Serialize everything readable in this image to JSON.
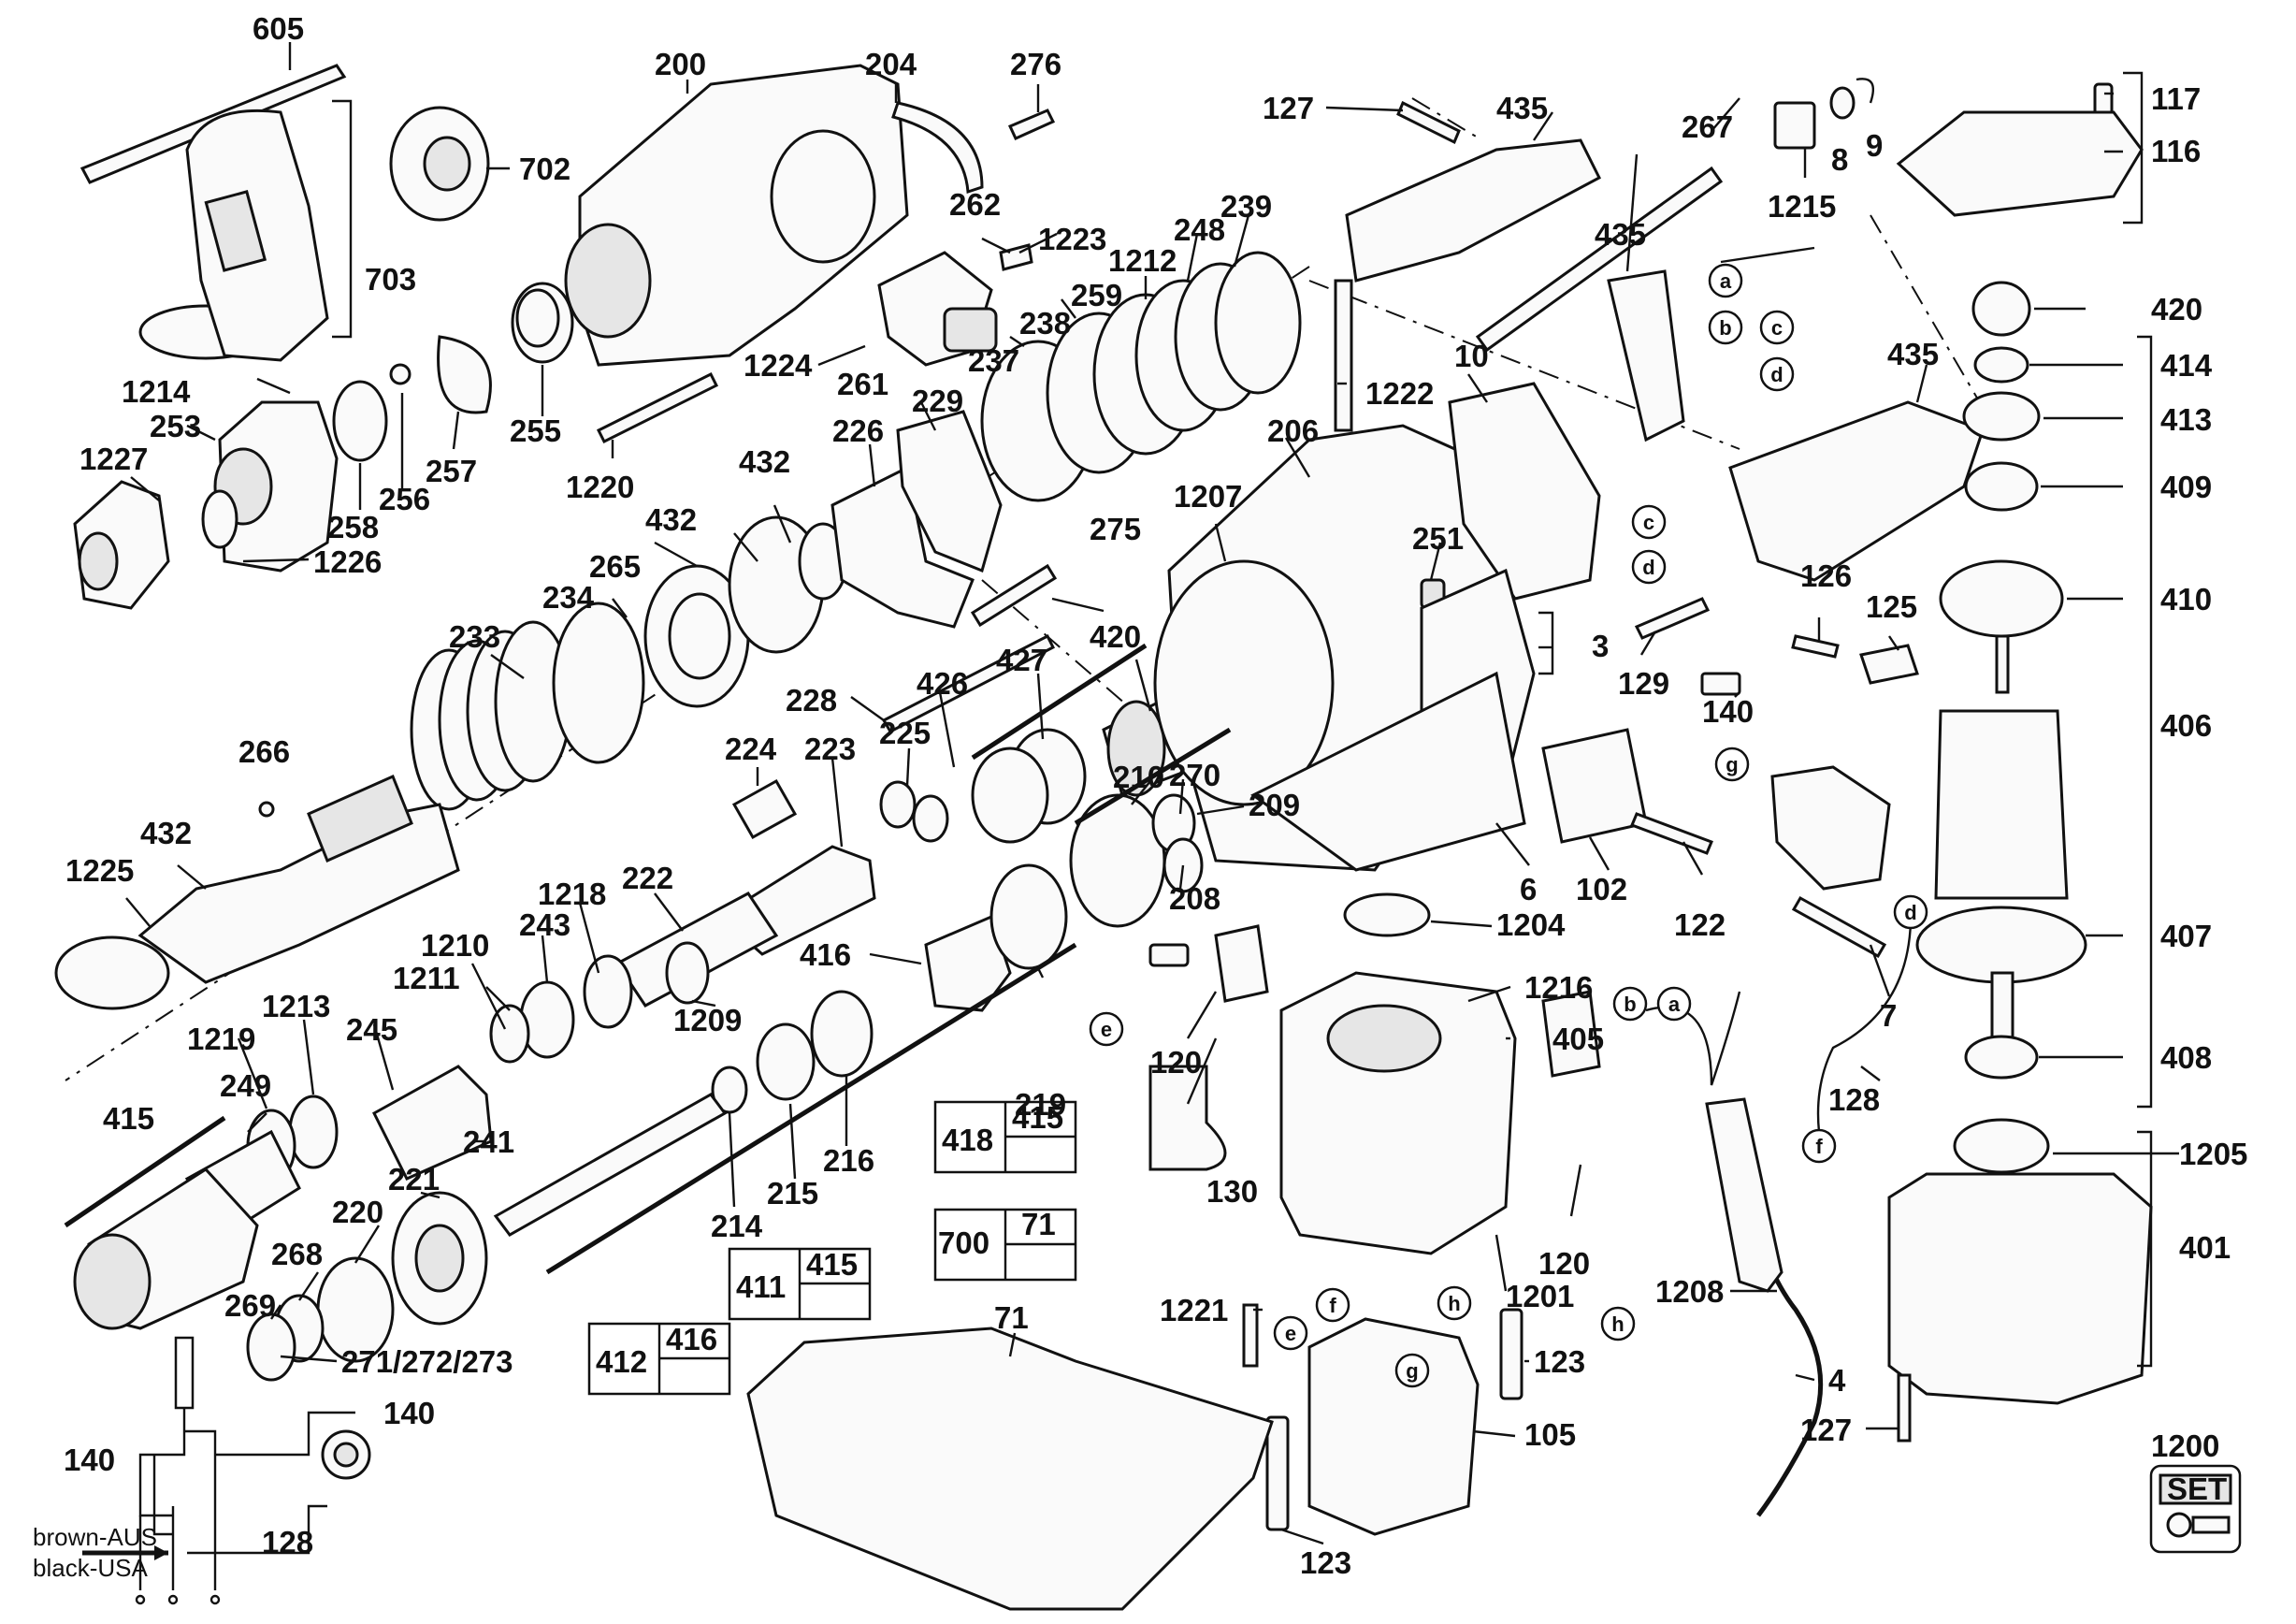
{
  "labels": [
    {
      "id": "605",
      "text": "605"
    },
    {
      "id": "703",
      "text": "703"
    },
    {
      "id": "702",
      "text": "702"
    },
    {
      "id": "200",
      "text": "200"
    },
    {
      "id": "204",
      "text": "204"
    },
    {
      "id": "276",
      "text": "276"
    },
    {
      "id": "127a",
      "text": "127"
    },
    {
      "id": "435a",
      "text": "435"
    },
    {
      "id": "267",
      "text": "267"
    },
    {
      "id": "1215",
      "text": "1215"
    },
    {
      "id": "8",
      "text": "8"
    },
    {
      "id": "9",
      "text": "9"
    },
    {
      "id": "117",
      "text": "117"
    },
    {
      "id": "116",
      "text": "116"
    },
    {
      "id": "262",
      "text": "262"
    },
    {
      "id": "1223",
      "text": "1223"
    },
    {
      "id": "248",
      "text": "248"
    },
    {
      "id": "239",
      "text": "239"
    },
    {
      "id": "1212",
      "text": "1212"
    },
    {
      "id": "259",
      "text": "259"
    },
    {
      "id": "238",
      "text": "238"
    },
    {
      "id": "237",
      "text": "237"
    },
    {
      "id": "435b",
      "text": "435"
    },
    {
      "id": "420a",
      "text": "420"
    },
    {
      "id": "1214",
      "text": "1214"
    },
    {
      "id": "253",
      "text": "253"
    },
    {
      "id": "1227",
      "text": "1227"
    },
    {
      "id": "255",
      "text": "255"
    },
    {
      "id": "256",
      "text": "256"
    },
    {
      "id": "257",
      "text": "257"
    },
    {
      "id": "258",
      "text": "258"
    },
    {
      "id": "1226",
      "text": "1226"
    },
    {
      "id": "1224",
      "text": "1224"
    },
    {
      "id": "261",
      "text": "261"
    },
    {
      "id": "229",
      "text": "229"
    },
    {
      "id": "226",
      "text": "226"
    },
    {
      "id": "1220",
      "text": "1220"
    },
    {
      "id": "1222",
      "text": "1222"
    },
    {
      "id": "10",
      "text": "10"
    },
    {
      "id": "206",
      "text": "206"
    },
    {
      "id": "435c",
      "text": "435"
    },
    {
      "id": "414",
      "text": "414"
    },
    {
      "id": "413",
      "text": "413"
    },
    {
      "id": "409",
      "text": "409"
    },
    {
      "id": "410",
      "text": "410"
    },
    {
      "id": "406",
      "text": "406"
    },
    {
      "id": "407",
      "text": "407"
    },
    {
      "id": "408",
      "text": "408"
    },
    {
      "id": "1205",
      "text": "1205"
    },
    {
      "id": "401",
      "text": "401"
    },
    {
      "id": "127b",
      "text": "127"
    },
    {
      "id": "1200",
      "text": "1200"
    },
    {
      "id": "432a",
      "text": "432"
    },
    {
      "id": "432b",
      "text": "432"
    },
    {
      "id": "265",
      "text": "265"
    },
    {
      "id": "234",
      "text": "234"
    },
    {
      "id": "233",
      "text": "233"
    },
    {
      "id": "275",
      "text": "275"
    },
    {
      "id": "1207",
      "text": "1207"
    },
    {
      "id": "251",
      "text": "251"
    },
    {
      "id": "3",
      "text": "3"
    },
    {
      "id": "129",
      "text": "129"
    },
    {
      "id": "140a",
      "text": "140"
    },
    {
      "id": "126",
      "text": "126"
    },
    {
      "id": "125",
      "text": "125"
    },
    {
      "id": "266",
      "text": "266"
    },
    {
      "id": "432c",
      "text": "432"
    },
    {
      "id": "1225",
      "text": "1225"
    },
    {
      "id": "228",
      "text": "228"
    },
    {
      "id": "426",
      "text": "426"
    },
    {
      "id": "427",
      "text": "427"
    },
    {
      "id": "420b",
      "text": "420"
    },
    {
      "id": "224",
      "text": "224"
    },
    {
      "id": "223",
      "text": "223"
    },
    {
      "id": "225",
      "text": "225"
    },
    {
      "id": "210",
      "text": "210"
    },
    {
      "id": "270",
      "text": "270"
    },
    {
      "id": "209",
      "text": "209"
    },
    {
      "id": "208",
      "text": "208"
    },
    {
      "id": "6",
      "text": "6"
    },
    {
      "id": "102",
      "text": "102"
    },
    {
      "id": "122",
      "text": "122"
    },
    {
      "id": "1204",
      "text": "1204"
    },
    {
      "id": "7",
      "text": "7"
    },
    {
      "id": "128a",
      "text": "128"
    },
    {
      "id": "1218",
      "text": "1218"
    },
    {
      "id": "222",
      "text": "222"
    },
    {
      "id": "1210",
      "text": "1210"
    },
    {
      "id": "243",
      "text": "243"
    },
    {
      "id": "1211",
      "text": "1211"
    },
    {
      "id": "1209",
      "text": "1209"
    },
    {
      "id": "416",
      "text": "416"
    },
    {
      "id": "120a",
      "text": "120"
    },
    {
      "id": "1216",
      "text": "1216"
    },
    {
      "id": "405",
      "text": "405"
    },
    {
      "id": "1213",
      "text": "1213"
    },
    {
      "id": "245",
      "text": "245"
    },
    {
      "id": "1219",
      "text": "1219"
    },
    {
      "id": "249",
      "text": "249"
    },
    {
      "id": "415a",
      "text": "415"
    },
    {
      "id": "241",
      "text": "241"
    },
    {
      "id": "214",
      "text": "214"
    },
    {
      "id": "215",
      "text": "215"
    },
    {
      "id": "216",
      "text": "216"
    },
    {
      "id": "219",
      "text": "219"
    },
    {
      "id": "130",
      "text": "130"
    },
    {
      "id": "221",
      "text": "221"
    },
    {
      "id": "220",
      "text": "220"
    },
    {
      "id": "268",
      "text": "268"
    },
    {
      "id": "269",
      "text": "269"
    },
    {
      "id": "271",
      "text": "271/272/273"
    },
    {
      "id": "71",
      "text": "71"
    },
    {
      "id": "120b",
      "text": "120"
    },
    {
      "id": "1208",
      "text": "1208"
    },
    {
      "id": "1221",
      "text": "1221"
    },
    {
      "id": "1201",
      "text": "1201"
    },
    {
      "id": "123a",
      "text": "123"
    },
    {
      "id": "105",
      "text": "105"
    },
    {
      "id": "4",
      "text": "4"
    },
    {
      "id": "123b",
      "text": "123"
    },
    {
      "id": "140b",
      "text": "140"
    },
    {
      "id": "140c",
      "text": "140"
    },
    {
      "id": "128b",
      "text": "128"
    }
  ],
  "letters": [
    "a",
    "b",
    "c",
    "d",
    "c",
    "d",
    "g",
    "e",
    "b",
    "a",
    "d",
    "f",
    "f",
    "e",
    "g",
    "h",
    "h"
  ],
  "boxes": {
    "b418": [
      "418",
      "415"
    ],
    "b411": [
      "411",
      "415"
    ],
    "b412": [
      "412",
      "416"
    ],
    "b700": [
      "700",
      "71"
    ]
  },
  "wire_note": {
    "line1": "brown-AUS",
    "line2": "black-USA"
  },
  "set_text": "SET"
}
